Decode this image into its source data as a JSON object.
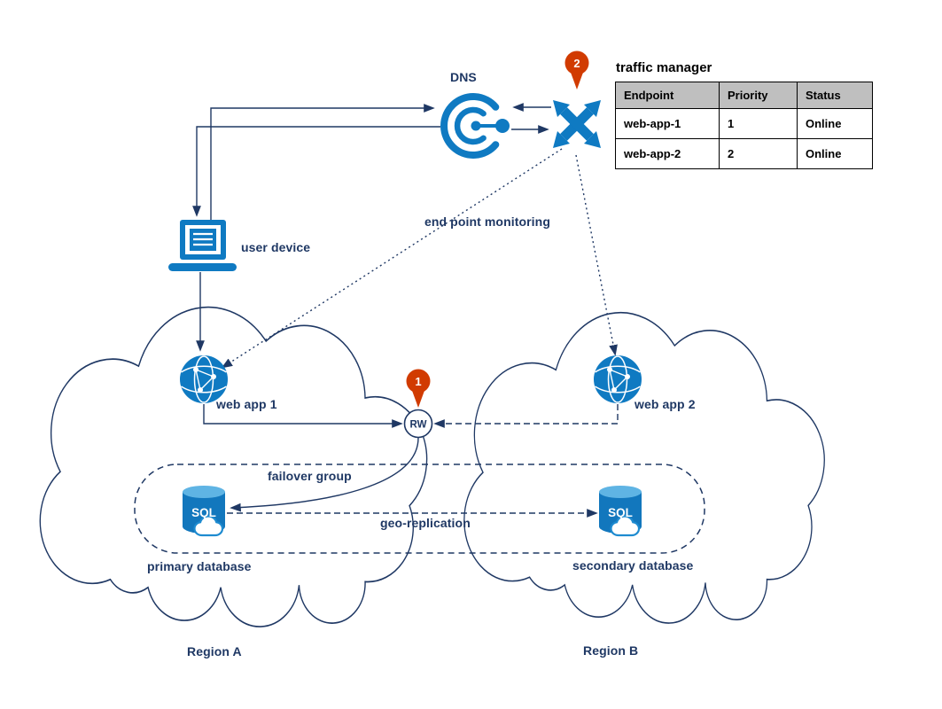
{
  "diagram": {
    "dns_label": "DNS",
    "user_device_label": "user device",
    "endpoint_monitoring_label": "end point monitoring",
    "web_app_1_label": "web app 1",
    "web_app_2_label": "web app 2",
    "rw_label": "RW",
    "failover_group_label": "failover group",
    "geo_replication_label": "geo-replication",
    "primary_database_label": "primary database",
    "secondary_database_label": "secondary database",
    "region_a_label": "Region A",
    "region_b_label": "Region B",
    "pin_1": "1",
    "pin_2": "2",
    "sql_label": "SQL"
  },
  "traffic_manager": {
    "title": "traffic manager",
    "table": {
      "headers": [
        "Endpoint",
        "Priority",
        "Status"
      ],
      "rows": [
        {
          "endpoint": "web-app-1",
          "priority": "1",
          "status": "Online"
        },
        {
          "endpoint": "web-app-2",
          "priority": "2",
          "status": "Online"
        }
      ]
    }
  },
  "colors": {
    "azure_blue": "#0f7ac2",
    "line_navy": "#1f3864",
    "pin_red": "#d13b01",
    "online_green": "#00b050",
    "table_header_bg": "#bfbfbf",
    "sql_cylinder_blue": "#1277bd",
    "sql_cylinder_top_blue": "#5fb4e4"
  }
}
